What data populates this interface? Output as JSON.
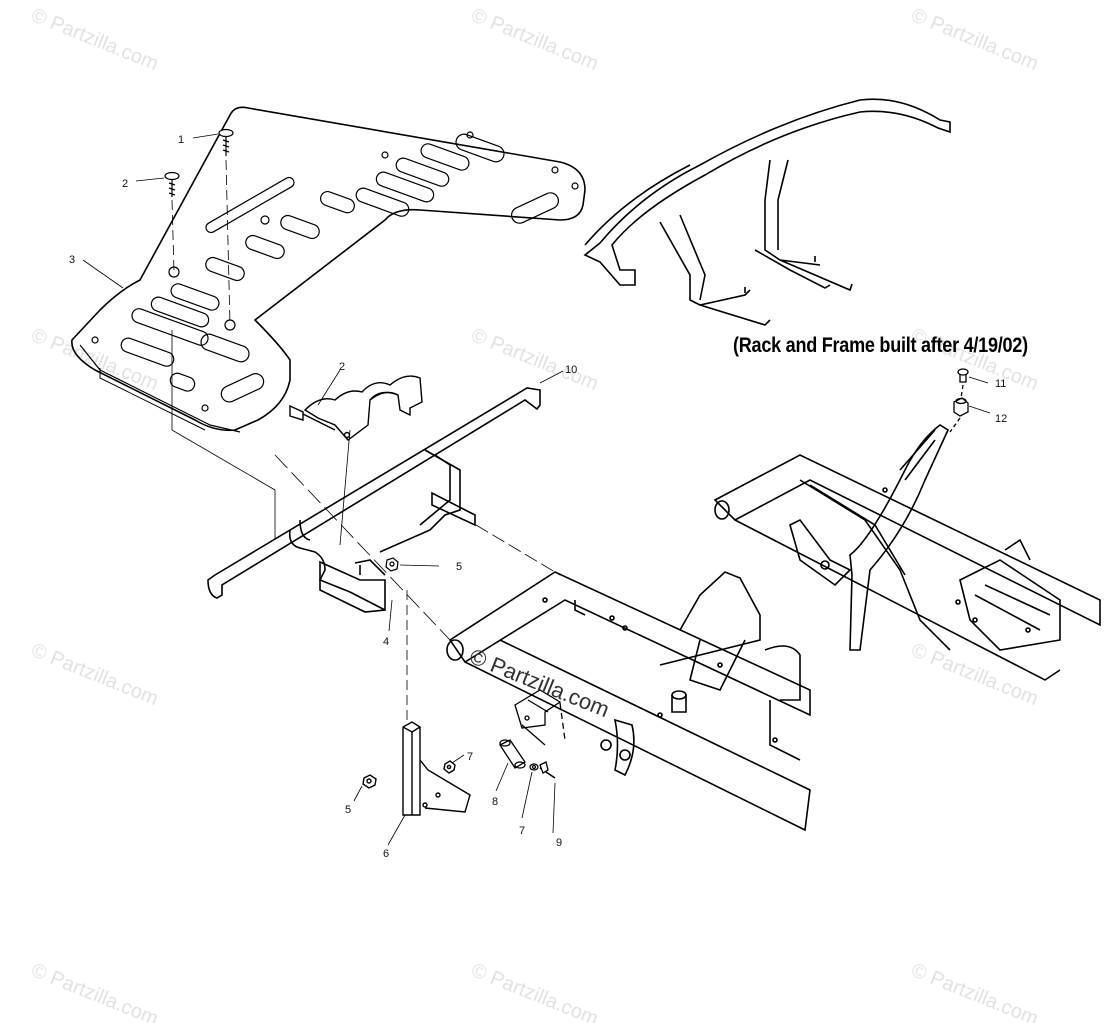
{
  "watermark": {
    "text": "© Partzilla.com",
    "center_text": "© Partzilla.com"
  },
  "caption": "(Rack and Frame built after 4/19/02)",
  "callouts": [
    "1",
    "2",
    "3",
    "2",
    "10",
    "5",
    "4",
    "11",
    "12",
    "5",
    "7",
    "8",
    "7",
    "9",
    "6"
  ],
  "parts": [
    "rack-screw",
    "rack-screw",
    "rear-rack",
    "rack-screw",
    "rear-rack-frame",
    "nut",
    "bracket",
    "upper-fastener",
    "spacer-upper",
    "nut",
    "washer",
    "spacer",
    "washer",
    "bolt",
    "support-mount"
  ]
}
